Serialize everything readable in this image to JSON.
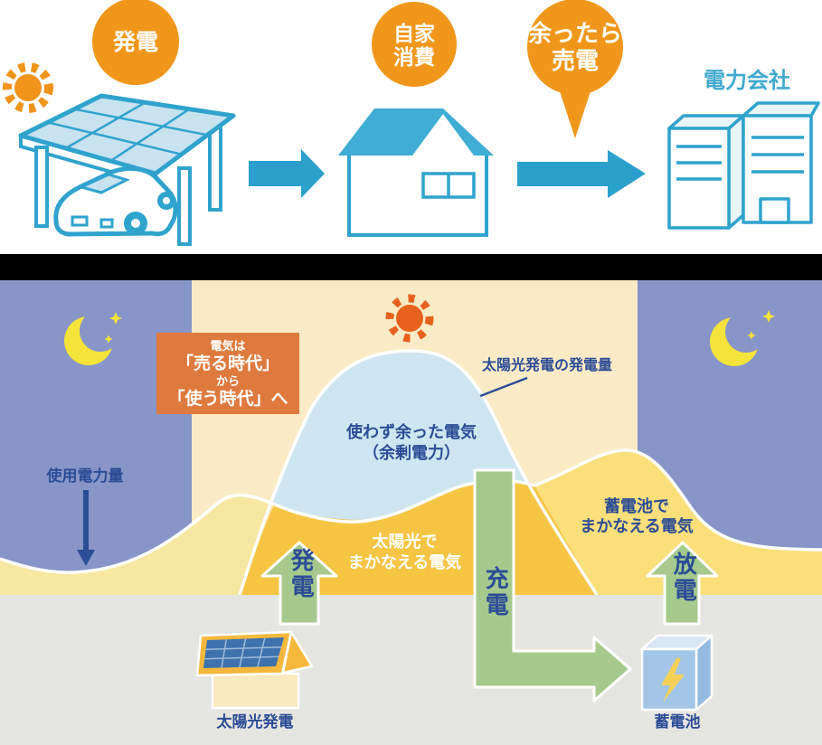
{
  "top_flow": {
    "step_generate": "発電",
    "step_self_use_l1": "自家",
    "step_self_use_l2": "消費",
    "bubble_l1": "余ったら",
    "bubble_l2": "売電",
    "company": "電力会社"
  },
  "diagram": {
    "callout_l1": "電気は",
    "callout_l2": "「売る時代」",
    "callout_l3": "から",
    "callout_l4": "「使う時代」へ",
    "usage_label": "使用電力量",
    "solar_output_label": "太陽光発電の発電量",
    "surplus_l1": "使わず余った電気",
    "surplus_l2": "（余剰電力）",
    "solar_covered_l1": "太陽光で",
    "solar_covered_l2": "まかなえる電気",
    "battery_covered_l1": "蓄電池で",
    "battery_covered_l2": "まかなえる電気",
    "arrow_generate": "発電",
    "arrow_charge": "充電",
    "arrow_discharge": "放電",
    "solar_system_label": "太陽光発電",
    "battery_label": "蓄電池"
  },
  "colors": {
    "accent_orange": "#F0971B",
    "callout_orange": "#DF7A3E",
    "icon_blue": "#2FA3CE",
    "arrow_blue": "#2BA0CD",
    "night_blue": "#8795C8",
    "day_cream": "#FAEBC6",
    "surplus_blue": "#CEE6F2",
    "solar_yellow": "#F6C544",
    "battery_area_yellow": "#FADF7B",
    "usage_area_yellow": "#F8E7A0",
    "arrow_green": "#A6CA8D",
    "navy_text": "#2C4C96",
    "sun_orange": "#E8611C",
    "moon_yellow": "#F4E338",
    "ground_gray": "#E5E5E1"
  }
}
